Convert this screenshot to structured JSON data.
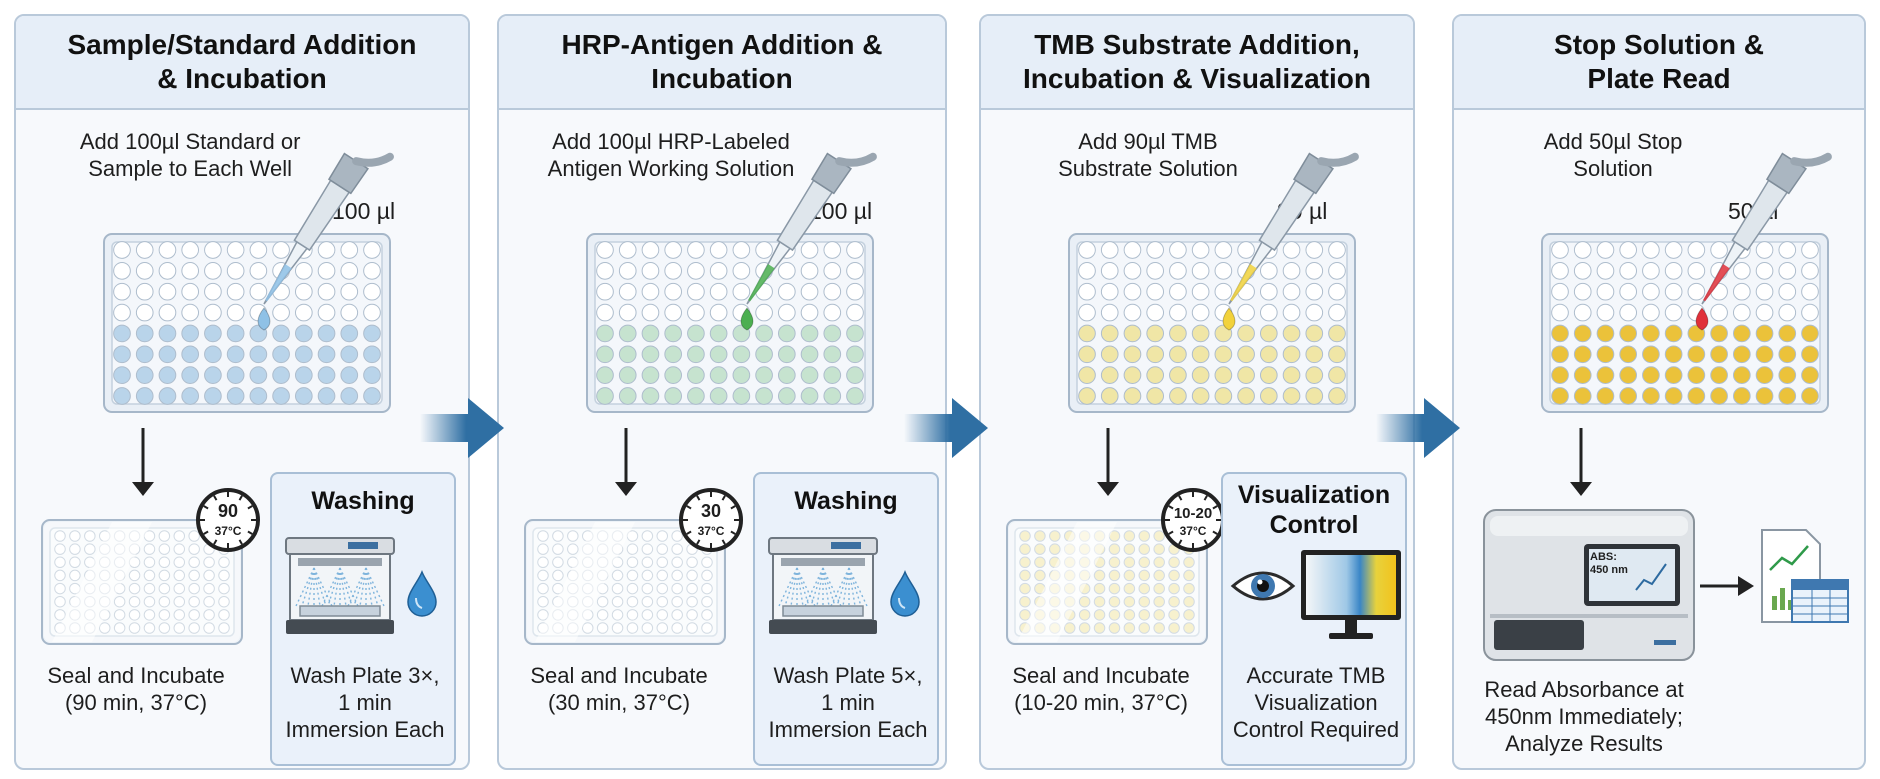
{
  "steps": [
    {
      "title": "Sample/Standard Addition\n& Incubation",
      "instruction": "Add 100µl Standard or\nSample to Each Well",
      "volume": "100 µl",
      "reagent_color": "#8fc1e6",
      "well_tint": "#b9d4ea",
      "timer": {
        "main": "90",
        "temp": "37°C"
      },
      "incubate_caption": "Seal and Incubate\n(90 min, 37°C)",
      "side": {
        "kind": "washing",
        "title": "Washing",
        "caption": "Wash Plate 3×,\n1 min\nImmersion Each"
      }
    },
    {
      "title": "HRP-Antigen Addition &\nIncubation",
      "instruction": "Add 100µl HRP-Labeled\nAntigen Working Solution",
      "volume": "100 µl",
      "reagent_color": "#4caf50",
      "well_tint": "#c6e3cf",
      "timer": {
        "main": "30",
        "temp": "37°C"
      },
      "incubate_caption": "Seal and Incubate\n(30 min, 37°C)",
      "side": {
        "kind": "washing",
        "title": "Washing",
        "caption": "Wash Plate 5×,\n1 min\nImmersion Each"
      }
    },
    {
      "title": "TMB Substrate Addition,\nIncubation & Visualization",
      "instruction": "Add 90µl TMB\nSubstrate Solution",
      "volume": "90 µl",
      "reagent_color": "#f2d23c",
      "well_tint": "#f0e6a6",
      "timer": {
        "main": "10-20",
        "temp": "37°C"
      },
      "incubate_caption": "Seal and Incubate\n(10-20 min, 37°C)",
      "side": {
        "kind": "visualization",
        "title": "Visualization\nControl",
        "caption": "Accurate TMB\nVisualization\nControl Required"
      }
    },
    {
      "title": "Stop Solution &\nPlate Read",
      "instruction": "Add 50µl Stop\nSolution",
      "volume": "50 µl",
      "reagent_color": "#e0303a",
      "well_tint": "#ebc23a",
      "screen_text": "ABS:\n450 nm",
      "read_caption": "Read Absorbance at\n450nm Immediately;\nAnalyze Results"
    }
  ],
  "colors": {
    "panel_border": "#b9c9da",
    "panel_header": "#e6eef8",
    "flow_arrow": "#2f6fa3"
  }
}
